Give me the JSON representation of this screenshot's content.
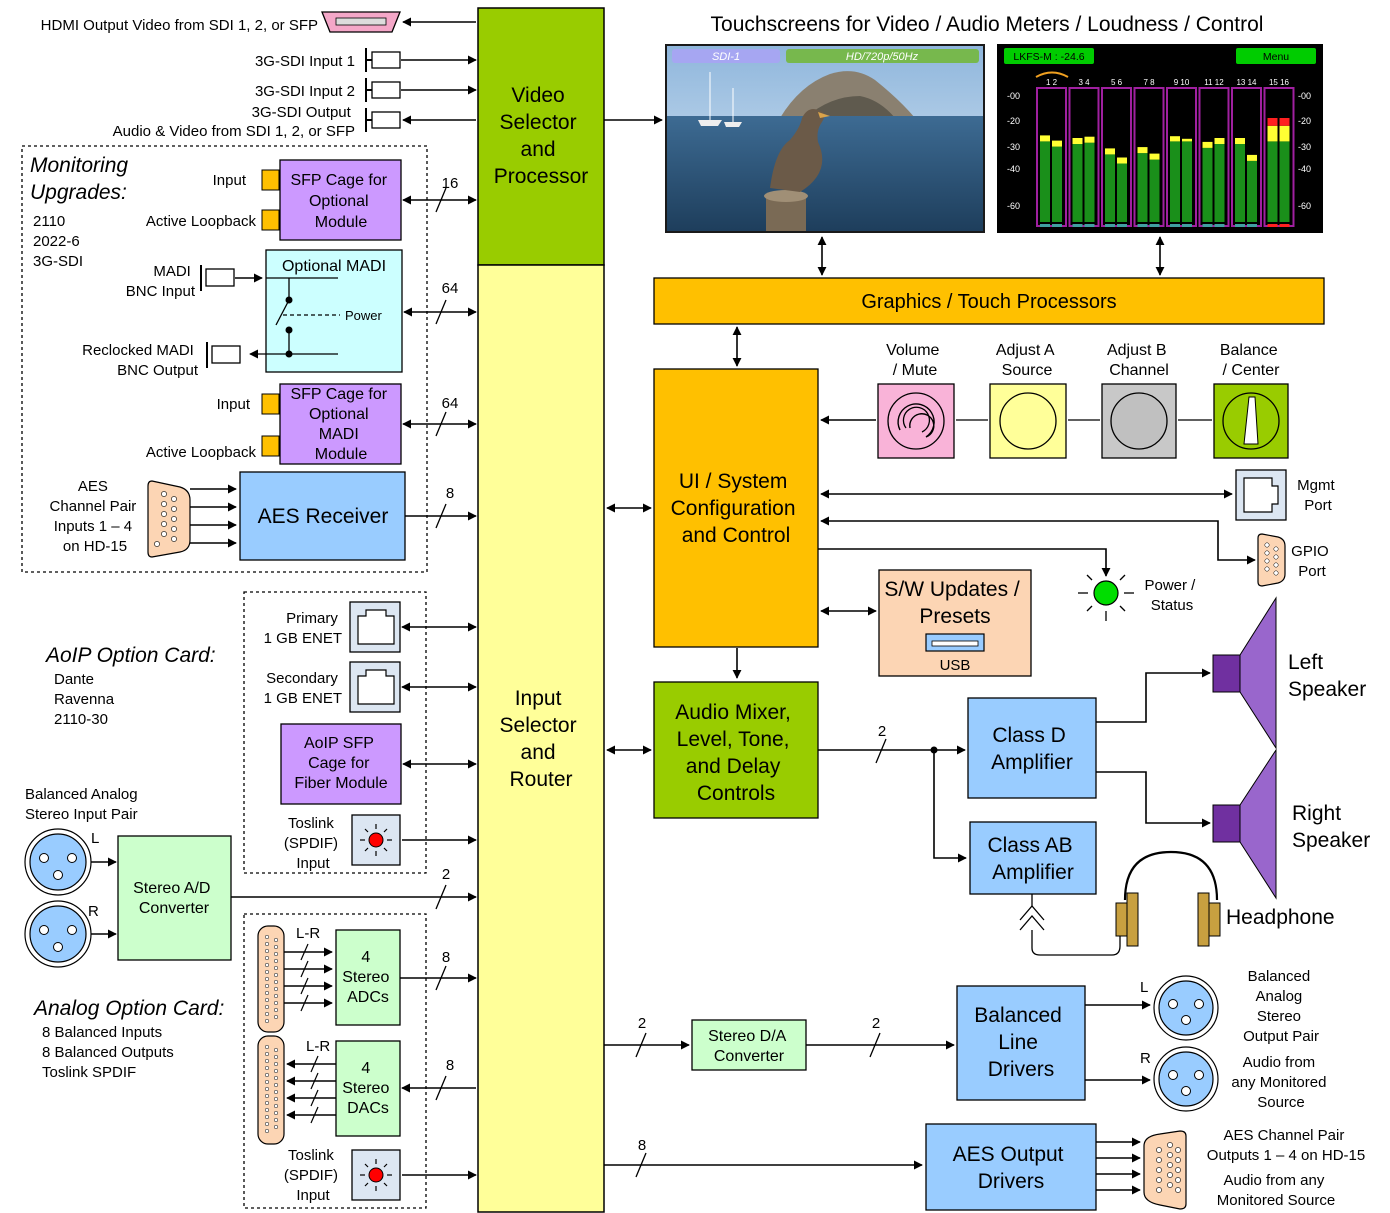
{
  "video_section": {
    "hdmi_out": "HDMI Output Video from SDI 1, 2, or SFP",
    "sdi_in1": "3G-SDI Input 1",
    "sdi_in2": "3G-SDI Input 2",
    "sdi_out_l1": "3G-SDI Output",
    "sdi_out_l2": "Audio & Video from SDI 1, 2, or SFP",
    "video_proc": [
      "Video",
      "Selector",
      "and",
      "Processor"
    ]
  },
  "touchscreens": {
    "title": "Touchscreens for Video / Audio Meters / Loudness / Control",
    "video_tag1": "SDI-1",
    "video_tag2": "HD/720p/50Hz",
    "meter_tag1": "LKFS-M : -24.6",
    "meter_tag2": "Menu",
    "meter_channels": [
      "1 2",
      "3 4",
      "5 6",
      "7 8",
      "9 10",
      "11 12",
      "13 14",
      "15 16"
    ],
    "meter_scale": [
      "-00",
      "-20",
      "-30",
      "-40",
      "-60"
    ],
    "meter_levels": [
      [
        0.62,
        0.58
      ],
      [
        0.6,
        0.61
      ],
      [
        0.52,
        0.45
      ],
      [
        0.53,
        0.48
      ],
      [
        0.66,
        0.64
      ],
      [
        0.57,
        0.6
      ],
      [
        0.6,
        0.47
      ],
      [
        0.8,
        0.8
      ]
    ]
  },
  "graphics_proc": "Graphics / Touch Processors",
  "monitoring": {
    "title": [
      "Monitoring",
      "Upgrades:"
    ],
    "items": [
      "2110",
      "2022-6",
      "3G-SDI"
    ],
    "sfp1": [
      "SFP Cage for",
      "Optional",
      "Module"
    ],
    "sfp1_input": "Input",
    "sfp1_loop": "Active Loopback",
    "sfp1_bus": "16",
    "madi_title": "Optional MADI",
    "madi_power": "Power",
    "madi_in": [
      "MADI",
      "BNC Input"
    ],
    "madi_out": [
      "Reclocked MADI",
      "BNC Output"
    ],
    "madi_bus": "64",
    "sfp2": [
      "SFP Cage for",
      "Optional",
      "MADI",
      "Module"
    ],
    "sfp2_input": "Input",
    "sfp2_loop": "Active Loopback",
    "sfp2_bus": "64",
    "aes_in": [
      "AES",
      "Channel Pair",
      "Inputs 1 – 4",
      "on HD-15"
    ],
    "aes_receiver": "AES Receiver",
    "aes_bus": "8"
  },
  "aoip": {
    "title": "AoIP Option Card:",
    "items": [
      "Dante",
      "Ravenna",
      "2110-30"
    ],
    "primary": [
      "Primary",
      "1 GB ENET"
    ],
    "secondary": [
      "Secondary",
      "1 GB ENET"
    ],
    "sfp": [
      "AoIP SFP",
      "Cage for",
      "Fiber Module"
    ],
    "toslink": [
      "Toslink",
      "(SPDIF)",
      "Input"
    ]
  },
  "analog_in": {
    "label": [
      "Balanced Analog",
      "Stereo Input Pair"
    ],
    "l": "L",
    "r": "R",
    "converter": [
      "Stereo A/D",
      "Converter"
    ],
    "bus": "2"
  },
  "analog_card": {
    "title": "Analog Option Card:",
    "items": [
      "8 Balanced Inputs",
      "8 Balanced Outputs",
      "Toslink SPDIF"
    ],
    "lr1": "L-R",
    "lr2": "L-R",
    "adc": [
      "4",
      "Stereo",
      "ADCs"
    ],
    "dac": [
      "4",
      "Stereo",
      "DACs"
    ],
    "adc_bus": "8",
    "dac_bus": "8",
    "toslink": [
      "Toslink",
      "(SPDIF)",
      "Input"
    ]
  },
  "router": [
    "Input",
    "Selector",
    "and",
    "Router"
  ],
  "ui_system": [
    "UI / System",
    "Configuration",
    "and Control"
  ],
  "knobs": [
    {
      "l1": "Volume",
      "l2": "/ Mute",
      "color": "#f9b3d8"
    },
    {
      "l1": "Adjust A",
      "l2": "Source",
      "color": "#ffff99"
    },
    {
      "l1": "Adjust B",
      "l2": "Channel",
      "color": "#c8c8c8"
    },
    {
      "l1": "Balance",
      "l2": "/ Center",
      "color": "#99cc00"
    }
  ],
  "mgmt": [
    "Mgmt",
    "Port"
  ],
  "gpio": [
    "GPIO",
    "Port"
  ],
  "power": [
    "Power /",
    "Status"
  ],
  "sw_updates": [
    "S/W Updates /",
    "Presets"
  ],
  "usb": "USB",
  "mixer": [
    "Audio Mixer,",
    "Level, Tone,",
    "and Delay",
    "Controls"
  ],
  "mixer_bus": "2",
  "class_d": [
    "Class D",
    "Amplifier"
  ],
  "class_ab": [
    "Class AB",
    "Amplifier"
  ],
  "left_speaker": [
    "Left",
    "Speaker"
  ],
  "right_speaker": [
    "Right",
    "Speaker"
  ],
  "headphone": "Headphone",
  "da": {
    "label": [
      "Stereo D/A",
      "Converter"
    ],
    "bus_in": "2",
    "bus_out": "2"
  },
  "line_drivers": [
    "Balanced",
    "Line",
    "Drivers"
  ],
  "bal_out_label": [
    "Balanced",
    "Analog",
    "Stereo",
    "Output Pair"
  ],
  "bal_out_src": [
    "Audio from",
    "any Monitored",
    "Source"
  ],
  "bal_l": "L",
  "bal_r": "R",
  "aes_out": {
    "label": [
      "AES Output",
      "Drivers"
    ],
    "bus": "8",
    "desc": [
      "AES Channel Pair",
      "Outputs 1 – 4  on HD-15"
    ],
    "src": [
      "Audio from any",
      "Monitored Source"
    ]
  },
  "colors": {
    "green": "#99cc00",
    "yellow_router": "#ffff99",
    "orange": "#ffc000",
    "purple": "#cc99ff",
    "blue": "#99ccff",
    "light_green": "#ccffcc",
    "peach": "#fcd5b4",
    "cyan": "#ccffff",
    "speaker": "#7030a0"
  }
}
